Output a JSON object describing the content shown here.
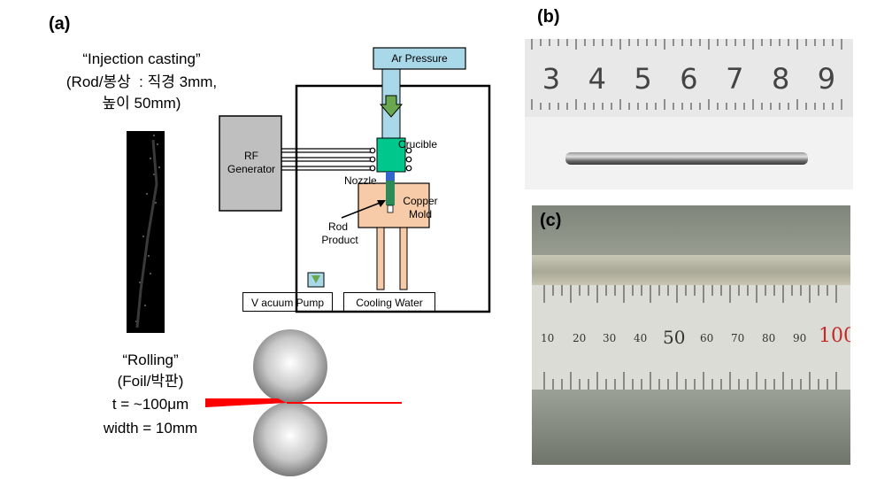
{
  "panel_a": {
    "label": "(a)",
    "injection": {
      "title": "“Injection  casting”",
      "line2": "(Rod/봉상  : 직경 3mm,",
      "line3": "높이 50mm)"
    },
    "rolling": {
      "title": "“Rolling”",
      "line2": "(Foil/박판)",
      "line3": "t = ~100μm",
      "line4": "width  = 10mm"
    },
    "diagram": {
      "ar_pressure": "Ar Pressure",
      "rf_line1": "RF",
      "rf_line2": "Generator",
      "crucible": "Crucible",
      "nozzle": "Nozzle",
      "copper_line1": "Copper",
      "copper_line2": "Mold",
      "rod_line1": "Rod",
      "rod_line2": "Product",
      "vacuum_pump": "V acuum Pump",
      "cooling_water": "Cooling Water"
    }
  },
  "panel_b": {
    "label": "(b)",
    "ruler_numbers": [
      "3",
      "4",
      "5",
      "6",
      "7",
      "8",
      "9"
    ]
  },
  "panel_c": {
    "label": "(c)",
    "ruler_numbers": [
      "10",
      "20",
      "30",
      "40",
      "50",
      "60",
      "70",
      "80",
      "90",
      "100"
    ]
  },
  "colors": {
    "crucible": "#00c88c",
    "nozzle": "#2e8b57",
    "copper_mold": "#f8cba8",
    "rf_generator": "#bfbfbf",
    "ar_tube": "#a9d8e8",
    "arrow": "#6aa84f",
    "foil": "#ff0000"
  }
}
